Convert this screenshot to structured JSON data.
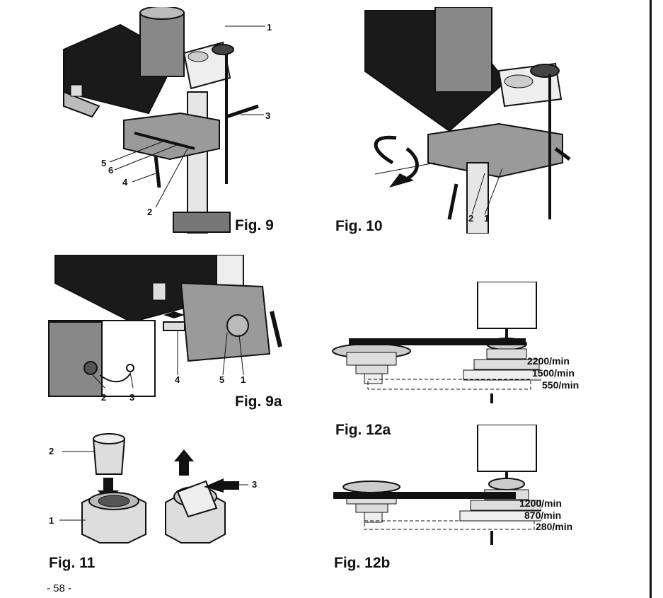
{
  "figures": {
    "fig9": {
      "label": "Fig. 9",
      "callouts": [
        "1",
        "3",
        "5",
        "6",
        "4",
        "2"
      ]
    },
    "fig10": {
      "label": "Fig. 10",
      "callouts": [
        "2",
        "1"
      ]
    },
    "fig9a": {
      "label": "Fig. 9a",
      "callouts": [
        "2",
        "3",
        "4",
        "5",
        "1"
      ]
    },
    "fig11": {
      "label": "Fig. 11",
      "callouts": [
        "2",
        "1",
        "3"
      ]
    },
    "fig12a": {
      "label": "Fig. 12a",
      "speeds": [
        "2200/min",
        "1500/min",
        "550/min"
      ]
    },
    "fig12b": {
      "label": "Fig. 12b",
      "speeds": [
        "1200/min",
        "870/min",
        "280/min"
      ]
    }
  },
  "page_number": "- 58 -"
}
